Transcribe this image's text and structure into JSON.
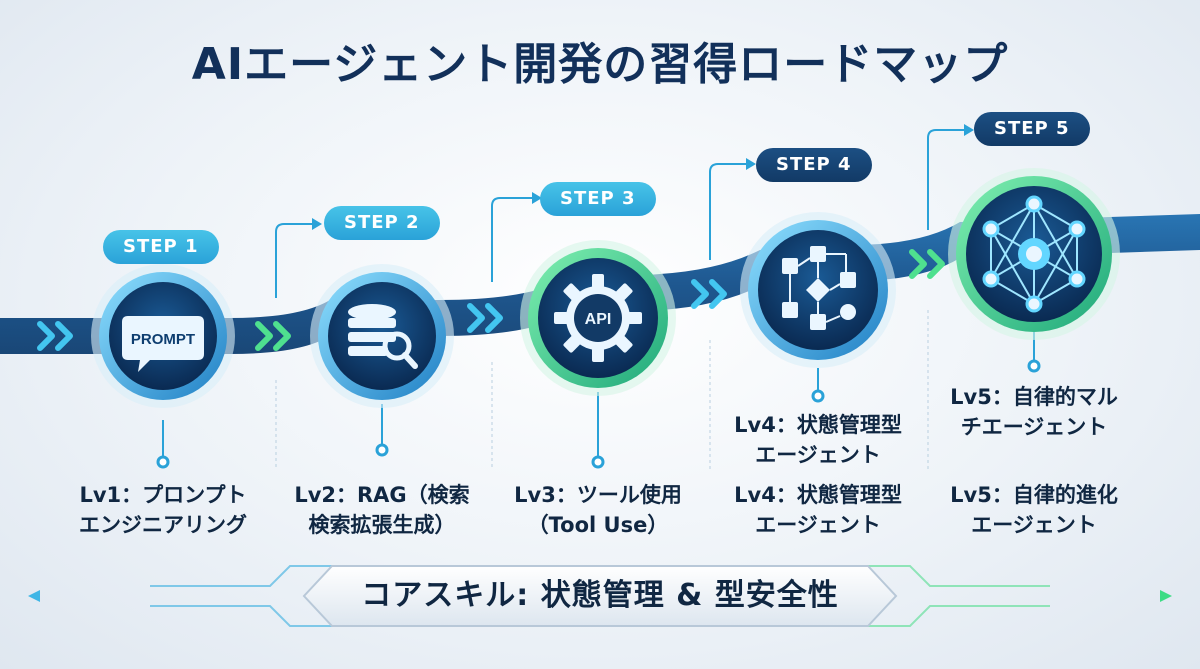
{
  "title": "AIエージェント開発の習得ロードマップ",
  "steps": [
    {
      "badge": "STEP 1",
      "icon": "prompt-bubble-icon",
      "icon_text": "PROMPT",
      "label": "Lv1：プロンプト\nエンジニアリング"
    },
    {
      "badge": "STEP 2",
      "icon": "database-search-icon",
      "label": "Lv2：RAG（検索\n検索拡張生成）"
    },
    {
      "badge": "STEP 3",
      "icon": "api-gear-icon",
      "icon_text": "API",
      "label": "Lv3：ツール使用\n（Tool Use）"
    },
    {
      "badge": "STEP 4",
      "icon": "flowchart-icon",
      "label": "Lv4：状態管理型\nエージェント",
      "label2": "Lv4：状態管理型\nエージェント"
    },
    {
      "badge": "STEP 5",
      "icon": "network-icon",
      "label": "Lv5：自律的マル\nチエージェント",
      "label2": "Lv5：自律的進化\nエージェント"
    }
  ],
  "core_skill": "コアスキル: 状態管理 & 型安全性",
  "colors": {
    "title": "#12305a",
    "accent_cyan": "#2aa2d8",
    "accent_navy": "#123a66",
    "accent_green": "#3ddc84"
  }
}
